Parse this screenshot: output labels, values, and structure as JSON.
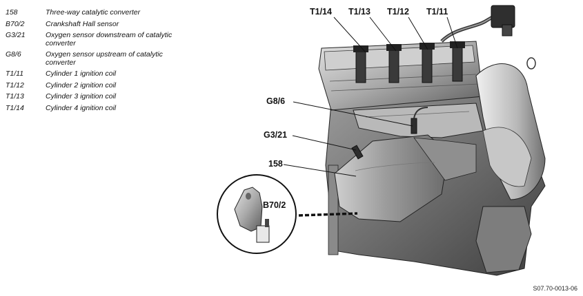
{
  "legend": [
    {
      "code": "158",
      "desc": "Three-way catalytic converter"
    },
    {
      "code": "B70/2",
      "desc": "Crankshaft Hall sensor"
    },
    {
      "code": "G3/21",
      "desc": "Oxygen sensor downstream of catalytic converter"
    },
    {
      "code": "G8/6",
      "desc": "Oxygen sensor upstream of catalytic converter"
    },
    {
      "code": "T1/11",
      "desc": "Cylinder 1 ignition coil"
    },
    {
      "code": "T1/12",
      "desc": "Cylinder 2 ignition coil"
    },
    {
      "code": "T1/13",
      "desc": "Cylinder 3 ignition coil"
    },
    {
      "code": "T1/14",
      "desc": "Cylinder 4 ignition coil"
    }
  ],
  "callouts": {
    "t1_14": "T1/14",
    "t1_13": "T1/13",
    "t1_12": "T1/12",
    "t1_11": "T1/11",
    "g8_6": "G8/6",
    "g3_21": "G3/21",
    "c158": "158",
    "b70_2": "B70/2"
  },
  "figure_id": "S07.70-0013-06"
}
